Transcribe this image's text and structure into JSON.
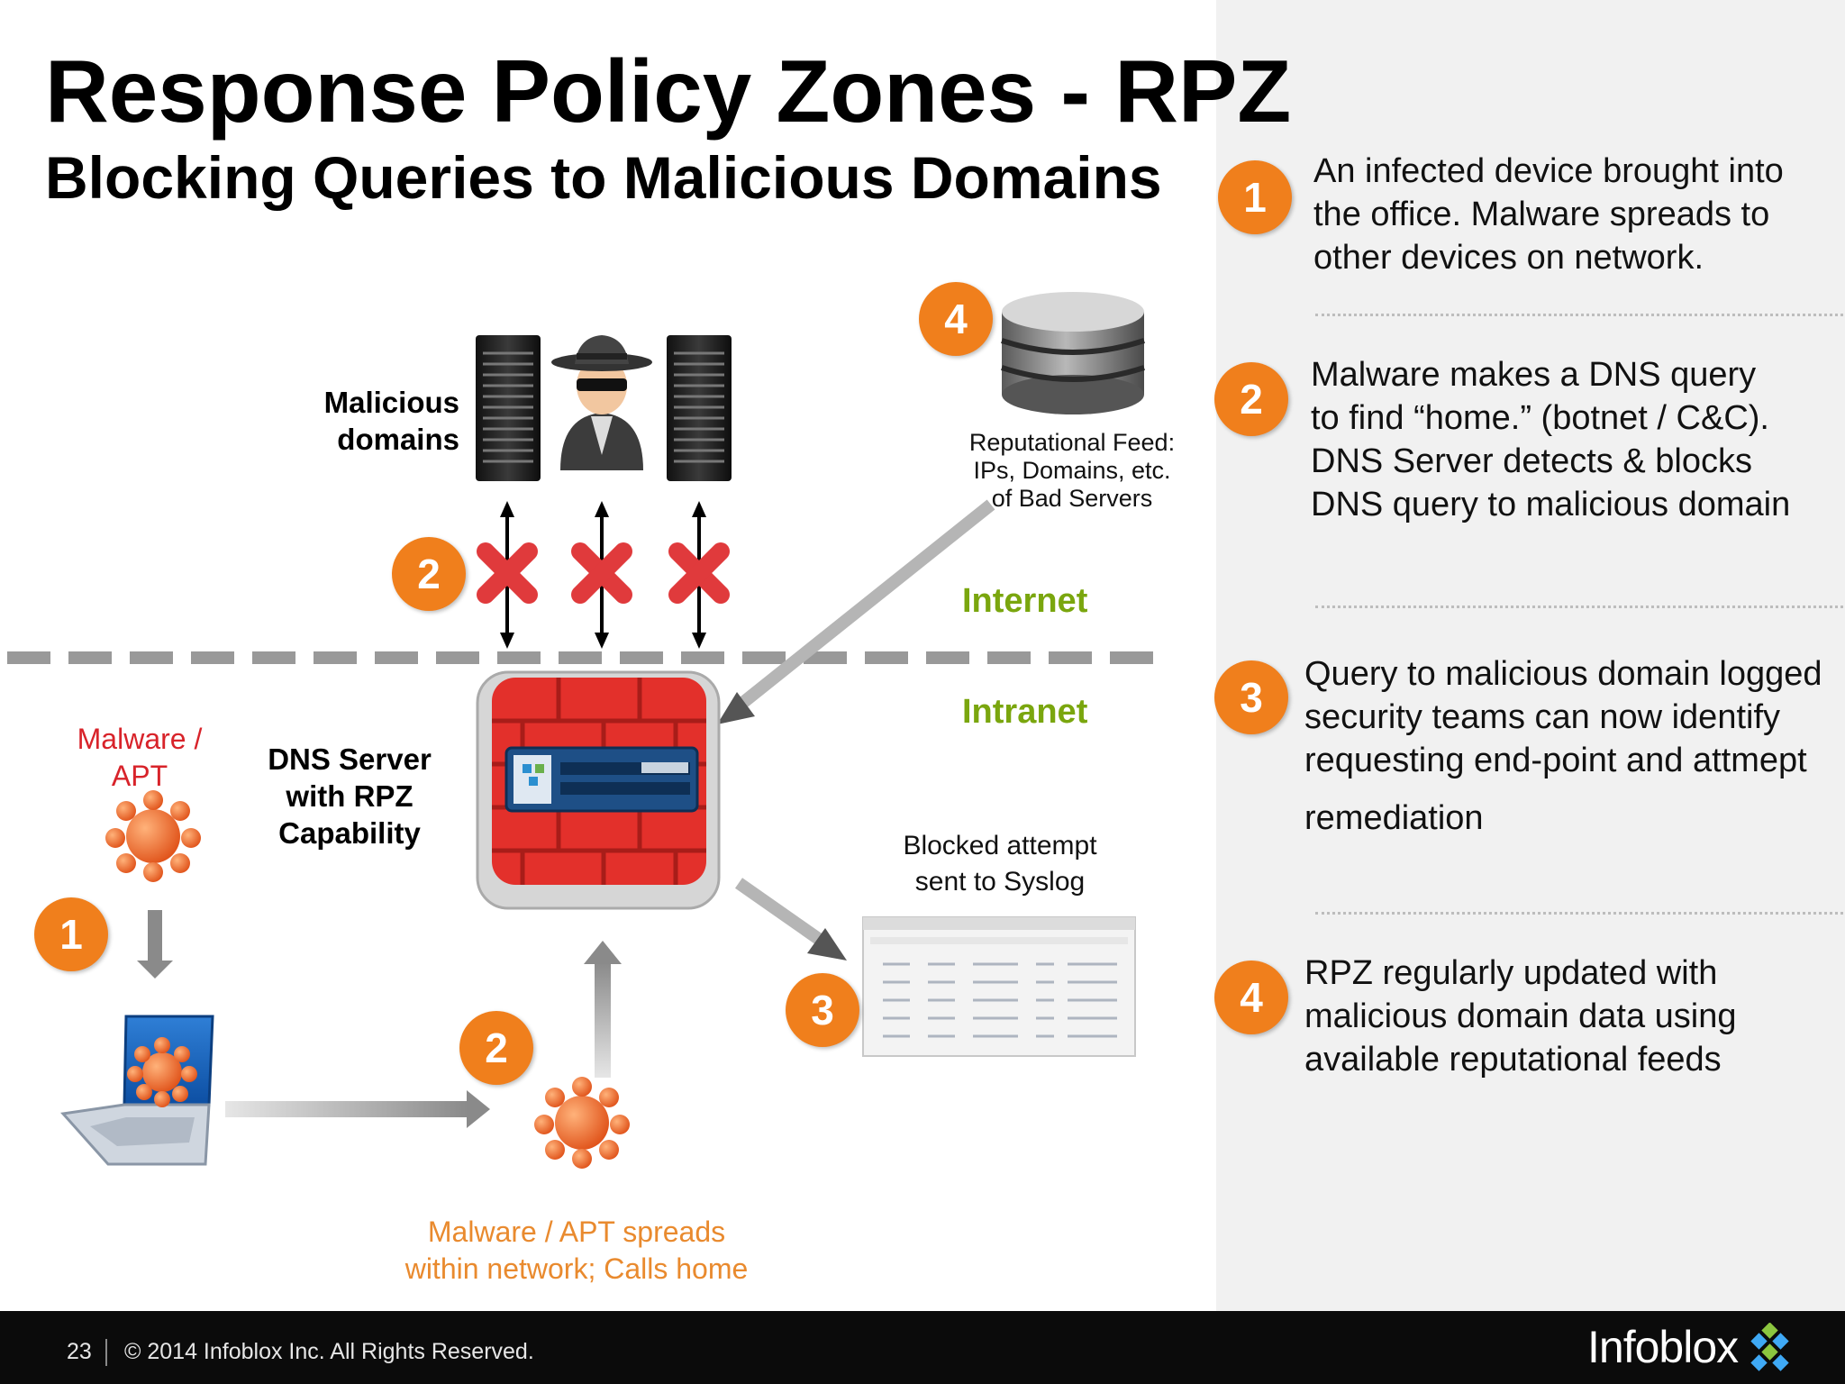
{
  "header": {
    "title": "Response Policy Zones - RPZ",
    "subtitle": "Blocking Queries to Malicious Domains"
  },
  "steps": [
    {
      "number": "1",
      "lines": [
        "An infected device brought into",
        "the office. Malware spreads to",
        "other devices on network."
      ]
    },
    {
      "number": "2",
      "lines": [
        "Malware makes a DNS query",
        "to find “home.” (botnet / C&C).",
        "DNS Server detects  & blocks",
        "DNS query to malicious domain"
      ]
    },
    {
      "number": "3",
      "lines": [
        "Query to malicious domain logged",
        "security teams can now identify",
        "requesting end-point and attmept",
        "remediation"
      ]
    },
    {
      "number": "4",
      "lines": [
        "RPZ regularly updated with",
        "malicious domain data using",
        "available reputational feeds"
      ]
    }
  ],
  "diagram": {
    "malicious_domains": [
      "Malicious",
      "domains"
    ],
    "reputational_feed": [
      "Reputational Feed:",
      "IPs, Domains, etc.",
      "of Bad Servers"
    ],
    "internet": "Internet",
    "intranet": "Intranet",
    "malware_apt": [
      "Malware /",
      "APT"
    ],
    "dns_server": [
      "DNS Server",
      "with RPZ",
      "Capability"
    ],
    "blocked_attempt": [
      "Blocked attempt",
      "sent to Syslog"
    ],
    "spreads": [
      "Malware / APT spreads",
      "within network; Calls home"
    ],
    "badges": {
      "b1": "1",
      "b2_top": "2",
      "b2_bottom": "2",
      "b3": "3",
      "b4": "4"
    }
  },
  "footer": {
    "page_number": "23",
    "copyright": "© 2014 Infoblox Inc. All Rights Reserved.",
    "logo": "Infoblox"
  },
  "colors": {
    "badge": "#f07f1c",
    "internet_green": "#7aa60e",
    "malware_red": "#d8232a",
    "spread_orange": "#e98a2e",
    "firewall_red": "#e3302b",
    "footer": "#0b0b0b"
  }
}
